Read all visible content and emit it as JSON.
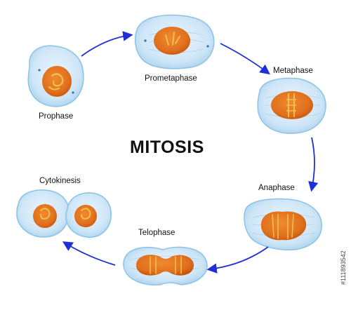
{
  "title": "MITOSIS",
  "stages": {
    "prophase": "Prophase",
    "prometaphase": "Prometaphase",
    "metaphase": "Metaphase",
    "anaphase": "Anaphase",
    "telophase": "Telophase",
    "cytokinesis": "Cytokinesis"
  },
  "stock_id": "#111893542",
  "colors": {
    "cell_fill": "#cfe6f7",
    "cell_outline": "#8cc2e6",
    "nucleus": "#e0701e",
    "nucleus_dark": "#c9520d",
    "chromosome": "#f2c04e",
    "arrow": "#1e2fd6"
  }
}
